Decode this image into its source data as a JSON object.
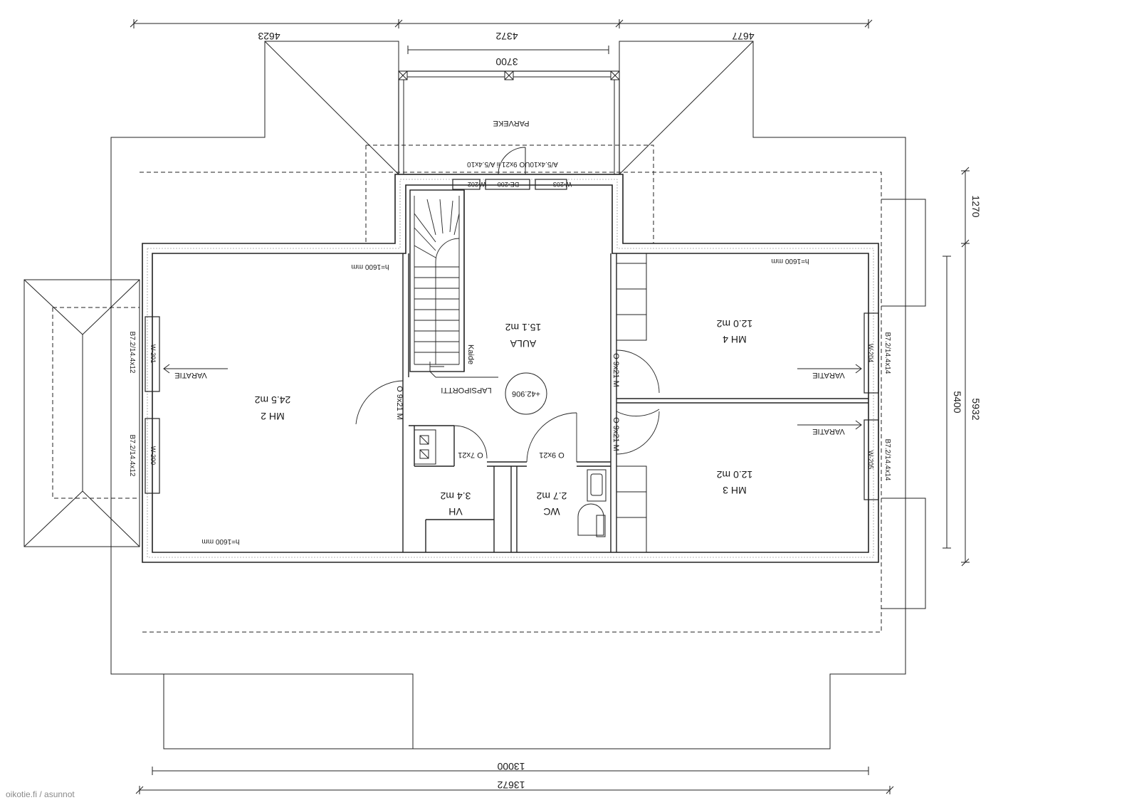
{
  "dimensions": {
    "top_segments": [
      "4623",
      "4372",
      "4677"
    ],
    "balcony_width": "3700",
    "right_upper": "1270",
    "right_inner": "5400",
    "right_outer": "5932",
    "bottom_inner": "13000",
    "bottom_outer": "13672"
  },
  "balcony": {
    "label": "PARVEKE"
  },
  "door_spec_top": "A/5.4x10UO 9x21 ii A/5.4x10",
  "window_tags": [
    "W-202",
    "DE-200",
    "W-203",
    "W-201",
    "W-200",
    "W-204",
    "W-205"
  ],
  "window_specs": {
    "left_upper": "B7.2/14.4x12",
    "left_lower": "B7.2/14.4x12",
    "right_upper": "B7.2/14.4x14",
    "right_lower": "B7.2/14.4x14"
  },
  "rooms": {
    "aula": {
      "name": "AULA",
      "area": "15.1 m2"
    },
    "mh2": {
      "name": "MH 2",
      "area": "24.5 m2"
    },
    "mh4": {
      "name": "MH 4",
      "area": "12.0 m2"
    },
    "mh3": {
      "name": "MH 3",
      "area": "12.0 m2"
    },
    "vh": {
      "name": "VH",
      "area": "3.4 m2"
    },
    "wc": {
      "name": "WC",
      "area": "2.7 m2"
    }
  },
  "heights": {
    "mh2_top": "h=1600 mm",
    "mh2_bottom": "h=1600 mm",
    "mh4_top": "h=1600 mm"
  },
  "doors": {
    "mh2": "O 9x21 M",
    "mh4": "O 9x21 M",
    "mh3": "O 9x21 M",
    "vh": "O 7x21",
    "wc": "O 9x21"
  },
  "labels": {
    "varatie_left": "VARATIE",
    "varatie_right_upper": "VARATIE",
    "varatie_right_lower": "VARATIE",
    "kaide": "Kaide",
    "lapsiportti": "LAPSIPORTTI",
    "level": "+42.906"
  },
  "watermark": "oikotie.fi / asunnot"
}
